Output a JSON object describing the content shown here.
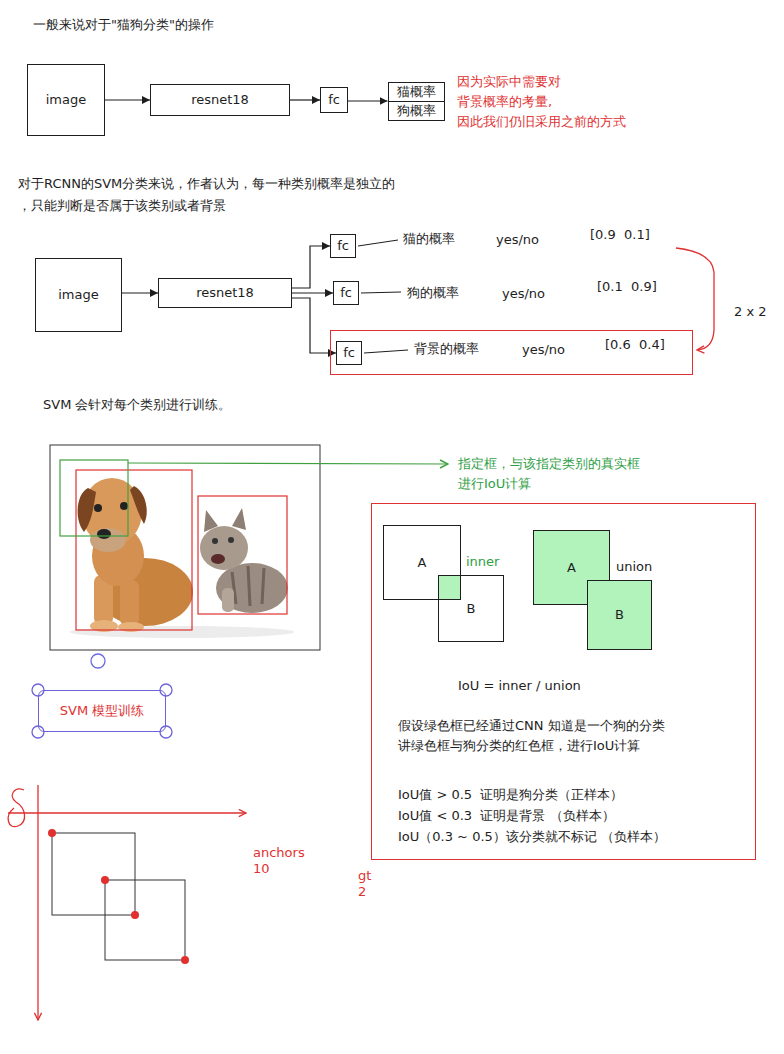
{
  "diagram": {
    "nodes": [
      {
        "text": [
          "image"
        ]
      },
      {
        "text": [
          "resnet18"
        ]
      },
      {
        "text": [
          "fc"
        ]
      },
      {
        "text": [
          "猫概率",
          "狗概率"
        ]
      },
      {
        "text": [
          "image"
        ]
      },
      {
        "text": [
          "resnet18"
        ]
      },
      {
        "text": [
          "fc"
        ]
      },
      {
        "text": [
          "fc"
        ]
      },
      {
        "text": [
          "背景的概率",
          "yes/no",
          "[0.6  0.4]"
        ]
      },
      {
        "text": [
          "fc"
        ],
        "in": 8
      },
      {
        "text": [
          "SVM 模型训练"
        ]
      },
      {
        "text": [
          "IoU = inner / union",
          "假设绿色框已经通过CNN 知道是一个狗的分类 讲绿色框与狗分类的红色框，进行IoU计算",
          "IoU值 > 0.5  证明是狗分类（正样本）",
          "IoU值 < 0.3  证明是背景 （负样本）",
          "IoU（0.3 ~ 0.5）该分类就不标记 （负样本）"
        ]
      },
      {
        "text": [
          "A"
        ],
        "in": 11
      },
      {
        "text": [
          "B"
        ],
        "in": 11
      },
      {
        "text": [
          "A"
        ],
        "in": 11
      },
      {
        "text": [
          "B"
        ],
        "in": 11
      }
    ],
    "edges": [
      {
        "from": 0,
        "to": 1,
        "arrow": "to"
      },
      {
        "from": 1,
        "to": 2,
        "arrow": "to"
      },
      {
        "from": 2,
        "to": 3,
        "arrow": "to"
      },
      {
        "from": 4,
        "to": 5,
        "arrow": "to"
      },
      {
        "from": 5,
        "to": 6,
        "arrow": "to"
      },
      {
        "from": 5,
        "to": 7,
        "arrow": "to"
      },
      {
        "from": 5,
        "to": 9,
        "arrow": "to"
      }
    ],
    "labels": [
      "一般来说对于\"猫狗分类\"的操作",
      "因为实际中需要对 背景概率的考量, 因此我们仍旧采用之前的方式",
      "对于RCNN的SVM分类来说，作者认为，每一种类别概率是独立的 ，只能判断是否属于该类别或者背景",
      "猫的概率",
      "yes/no",
      "[0.9  0.1]",
      "狗的概率",
      "yes/no",
      "[0.1  0.9]",
      "2 x 2",
      "SVM 会针对每个类别进行训练。",
      "指定框，与该指定类别的真实框 进行IoU计算",
      "inner",
      "union",
      "anchors 10",
      "gt 2"
    ]
  }
}
